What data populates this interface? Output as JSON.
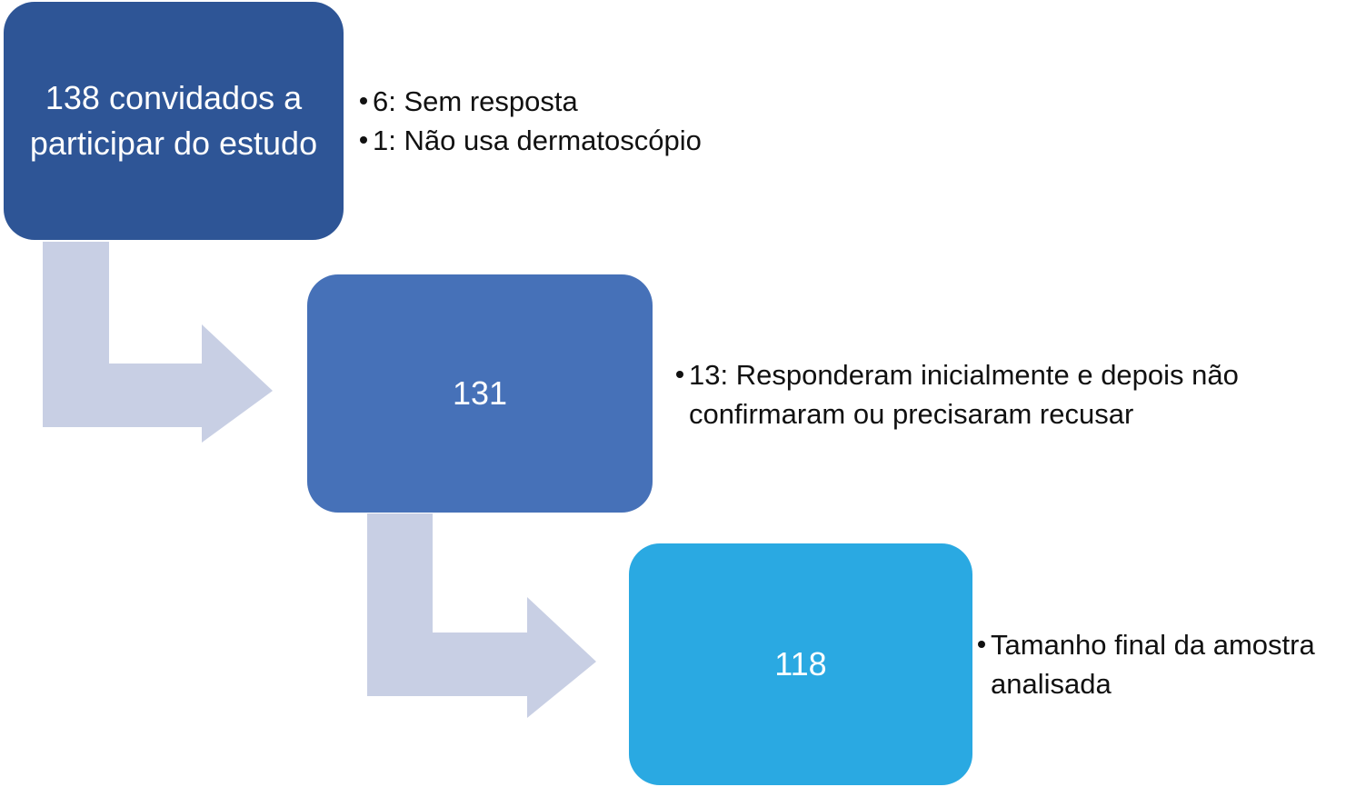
{
  "colors": {
    "box1": "#2e5596",
    "box2": "#4671b8",
    "box3": "#2aa9e2",
    "arrow": "#c8cfe4",
    "box_text": "#ffffff",
    "note_text": "#111111"
  },
  "steps": [
    {
      "label": "138 convidados a participar do estudo",
      "notes": [
        "6: Sem resposta",
        "1: Não usa dermatoscópio"
      ]
    },
    {
      "label": "131",
      "notes": [
        "13: Responderam inicialmente e depois não confirmaram ou precisaram recusar"
      ]
    },
    {
      "label": "118",
      "notes": [
        "Tamanho final da amostra analisada"
      ]
    }
  ]
}
